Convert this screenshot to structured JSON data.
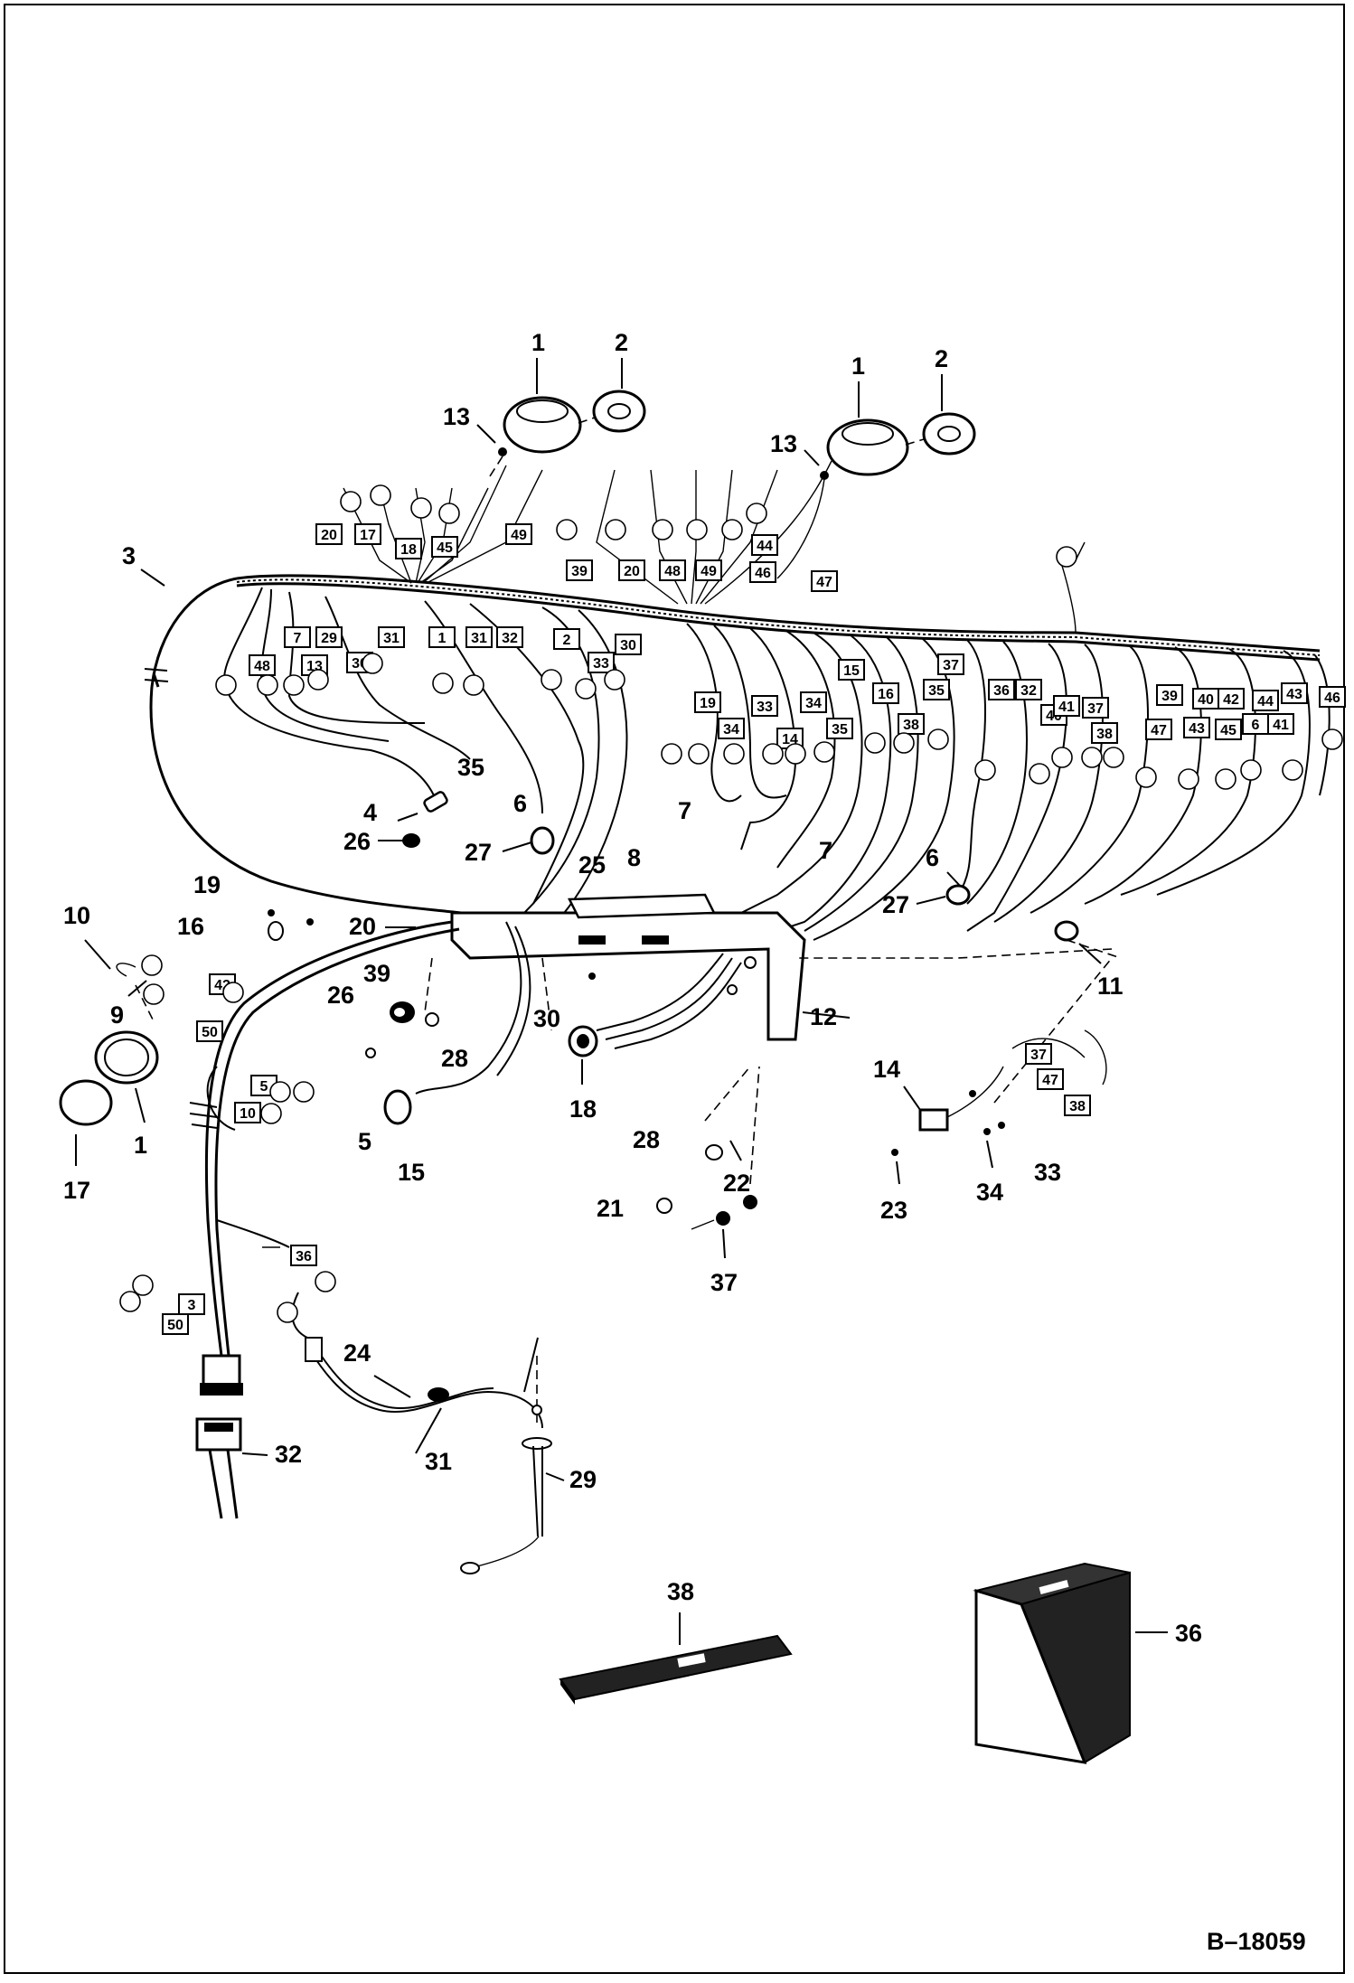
{
  "diagram": {
    "figure_id": "B–18059",
    "callouts": [
      "1",
      "2",
      "13",
      "1",
      "2",
      "13",
      "3",
      "35",
      "4",
      "26",
      "6",
      "27",
      "25",
      "8",
      "7",
      "7",
      "6",
      "27",
      "11",
      "19",
      "16",
      "20",
      "10",
      "9",
      "1",
      "17",
      "39",
      "26",
      "28",
      "30",
      "12",
      "18",
      "5",
      "15",
      "14",
      "28",
      "22",
      "21",
      "23",
      "34",
      "33",
      "37",
      "24",
      "31",
      "32",
      "29",
      "38",
      "36"
    ],
    "wire_tags": [
      "20",
      "17",
      "18",
      "45",
      "49",
      "39",
      "20",
      "48",
      "49",
      "44",
      "46",
      "47",
      "48",
      "7",
      "29",
      "13",
      "30",
      "31",
      "1",
      "31",
      "32",
      "2",
      "33",
      "30",
      "19",
      "34",
      "33",
      "14",
      "34",
      "35",
      "15",
      "16",
      "38",
      "35",
      "37",
      "36",
      "32",
      "40",
      "41",
      "37",
      "38",
      "47",
      "39",
      "40",
      "45",
      "42",
      "44",
      "43",
      "46",
      "41",
      "6",
      "43",
      "42",
      "50",
      "5",
      "10",
      "3",
      "50",
      "36",
      "37",
      "47",
      "38"
    ]
  }
}
